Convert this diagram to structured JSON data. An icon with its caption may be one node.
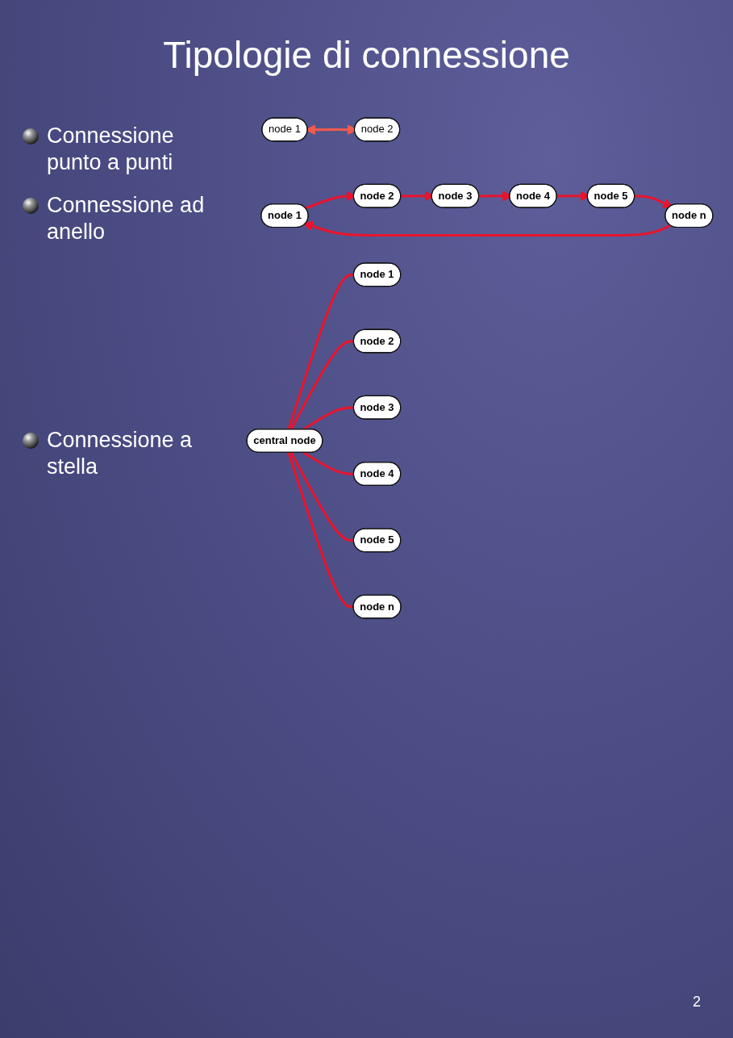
{
  "diagram": {
    "title": "Tipologie di connessione",
    "nodes": [
      {
        "text": [
          "node 1"
        ]
      },
      {
        "text": [
          "node 2"
        ]
      },
      {
        "text": [
          "node 1"
        ]
      },
      {
        "text": [
          "node 2"
        ]
      },
      {
        "text": [
          "node n"
        ]
      },
      {
        "text": [
          "node 3"
        ]
      },
      {
        "text": [
          "node 5"
        ]
      },
      {
        "text": [
          "node 4"
        ]
      },
      {
        "text": [
          "node 1"
        ]
      },
      {
        "text": [
          "node 2"
        ]
      },
      {
        "text": [
          "node n"
        ]
      },
      {
        "text": [
          "central node"
        ]
      },
      {
        "text": [
          "node 3"
        ]
      },
      {
        "text": [
          "node 5"
        ]
      },
      {
        "text": [
          "node 4"
        ]
      }
    ],
    "edges": [
      {
        "from": 0,
        "to": 1,
        "arrow": "both",
        "color": "#f15a4f"
      },
      {
        "from": 2,
        "to": 3,
        "arrow": "to"
      },
      {
        "from": 3,
        "to": 5,
        "arrow": "to"
      },
      {
        "from": 5,
        "to": 7,
        "arrow": "to"
      },
      {
        "from": 7,
        "to": 6,
        "arrow": "to"
      },
      {
        "from": 6,
        "to": 4,
        "arrow": "to"
      },
      {
        "from": 4,
        "to": 2,
        "arrow": "to"
      },
      {
        "from": 11,
        "to": 8,
        "arrow": "none"
      },
      {
        "from": 11,
        "to": 9,
        "arrow": "none"
      },
      {
        "from": 11,
        "to": 12,
        "arrow": "none"
      },
      {
        "from": 11,
        "to": 14,
        "arrow": "none"
      },
      {
        "from": 11,
        "to": 13,
        "arrow": "none"
      },
      {
        "from": 11,
        "to": 10,
        "arrow": "none"
      }
    ],
    "labels": [
      "Connessione punto a punti",
      "Connessione ad anello",
      "Connessione a stella",
      "2"
    ]
  }
}
